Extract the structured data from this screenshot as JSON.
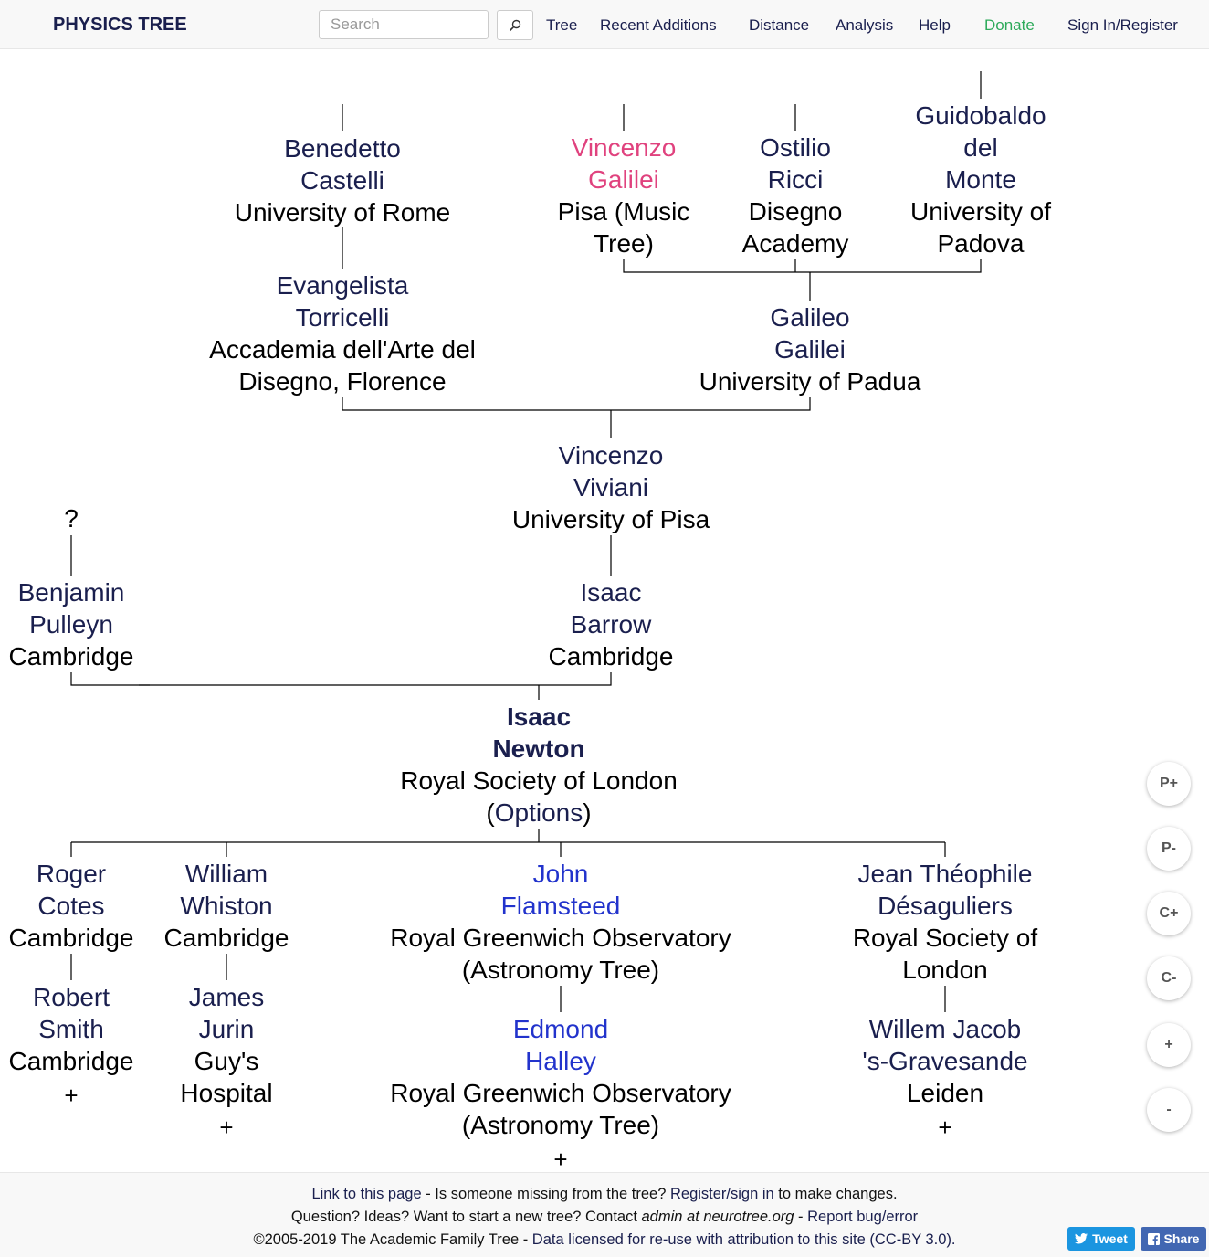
{
  "nav": {
    "brand": "PHYSICS TREE",
    "search_placeholder": "Search",
    "items": [
      "Tree",
      "Recent Additions",
      "Distance",
      "Analysis",
      "Help"
    ],
    "donate": "Donate",
    "signin": "Sign In/Register"
  },
  "tree": {
    "castelli": {
      "name": [
        "Benedetto",
        "Castelli"
      ],
      "inst": [
        "University of Rome"
      ]
    },
    "vgalilei": {
      "name": [
        "Vincenzo",
        "Galilei"
      ],
      "inst": [
        "Pisa (Music",
        "Tree)"
      ]
    },
    "ricci": {
      "name": [
        "Ostilio",
        "Ricci"
      ],
      "inst": [
        "Disegno",
        "Academy"
      ]
    },
    "delmonte": {
      "name": [
        "Guidobaldo",
        "del",
        "Monte"
      ],
      "inst": [
        "University of",
        "Padova"
      ]
    },
    "torricelli": {
      "name": [
        "Evangelista",
        "Torricelli"
      ],
      "inst": [
        "Accademia dell'Arte del",
        "Disegno, Florence"
      ]
    },
    "galileo": {
      "name": [
        "Galileo",
        "Galilei"
      ],
      "inst": [
        "University of Padua"
      ]
    },
    "viviani": {
      "name": [
        "Vincenzo",
        "Viviani"
      ],
      "inst": [
        "University of Pisa"
      ]
    },
    "unknown": "?",
    "pulleyn": {
      "name": [
        "Benjamin",
        "Pulleyn"
      ],
      "inst": [
        "Cambridge"
      ]
    },
    "barrow": {
      "name": [
        "Isaac",
        "Barrow"
      ],
      "inst": [
        "Cambridge"
      ]
    },
    "newton": {
      "name": [
        "Isaac",
        "Newton"
      ],
      "inst": [
        "Royal Society of London"
      ],
      "options_open": "(",
      "options": "Options",
      "options_close": ")"
    },
    "cotes": {
      "name": [
        "Roger",
        "Cotes"
      ],
      "inst": [
        "Cambridge"
      ]
    },
    "whiston": {
      "name": [
        "William",
        "Whiston"
      ],
      "inst": [
        "Cambridge"
      ]
    },
    "flamsteed": {
      "name": [
        "John",
        "Flamsteed"
      ],
      "inst": [
        "Royal Greenwich Observatory",
        "(Astronomy Tree)"
      ]
    },
    "desaguliers": {
      "name": [
        "Jean Théophile",
        "Désaguliers"
      ],
      "inst": [
        "Royal Society of",
        "London"
      ]
    },
    "smith": {
      "name": [
        "Robert",
        "Smith"
      ],
      "inst": [
        "Cambridge"
      ]
    },
    "jurin": {
      "name": [
        "James",
        "Jurin"
      ],
      "inst": [
        "Guy's",
        "Hospital"
      ]
    },
    "halley": {
      "name": [
        "Edmond",
        "Halley"
      ],
      "inst": [
        "Royal Greenwich Observatory",
        "(Astronomy Tree)"
      ]
    },
    "gravesande": {
      "name": [
        "Willem Jacob",
        "'s-Gravesande"
      ],
      "inst": [
        "Leiden"
      ]
    },
    "expand": "+"
  },
  "controls": [
    "P+",
    "P-",
    "C+",
    "C-",
    "+",
    "-"
  ],
  "footer": {
    "link_page": "Link to this page",
    "missing": " - Is someone missing from the tree? ",
    "register": "Register/sign in",
    "to_change": " to make changes.",
    "question": "Question? Ideas? Want to start a new tree? Contact ",
    "contact": "admin at neurotree.org",
    "dash": " - ",
    "report": "Report bug/error",
    "copyright": "©2005-2019 The Academic Family Tree - ",
    "license": "Data licensed for re-use with attribution to this site (CC-BY 3.0).",
    "tweet": "Tweet",
    "share": "Share"
  },
  "colors": {
    "name": "#1a1f4e",
    "pink": "#e0427e",
    "blue": "#2233cc",
    "donate": "#2daa5a",
    "tweet": "#1b95e0",
    "share": "#4267b2"
  }
}
